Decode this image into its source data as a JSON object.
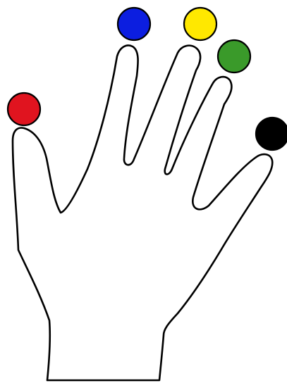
{
  "figure": {
    "hand": "hand-outline",
    "fingertip_dots": [
      {
        "finger": "thumb",
        "color": "#e0141f"
      },
      {
        "finger": "index",
        "color": "#0c1ee0"
      },
      {
        "finger": "middle",
        "color": "#ffe800"
      },
      {
        "finger": "ring",
        "color": "#3a9a2a"
      },
      {
        "finger": "little",
        "color": "#000000"
      }
    ]
  }
}
